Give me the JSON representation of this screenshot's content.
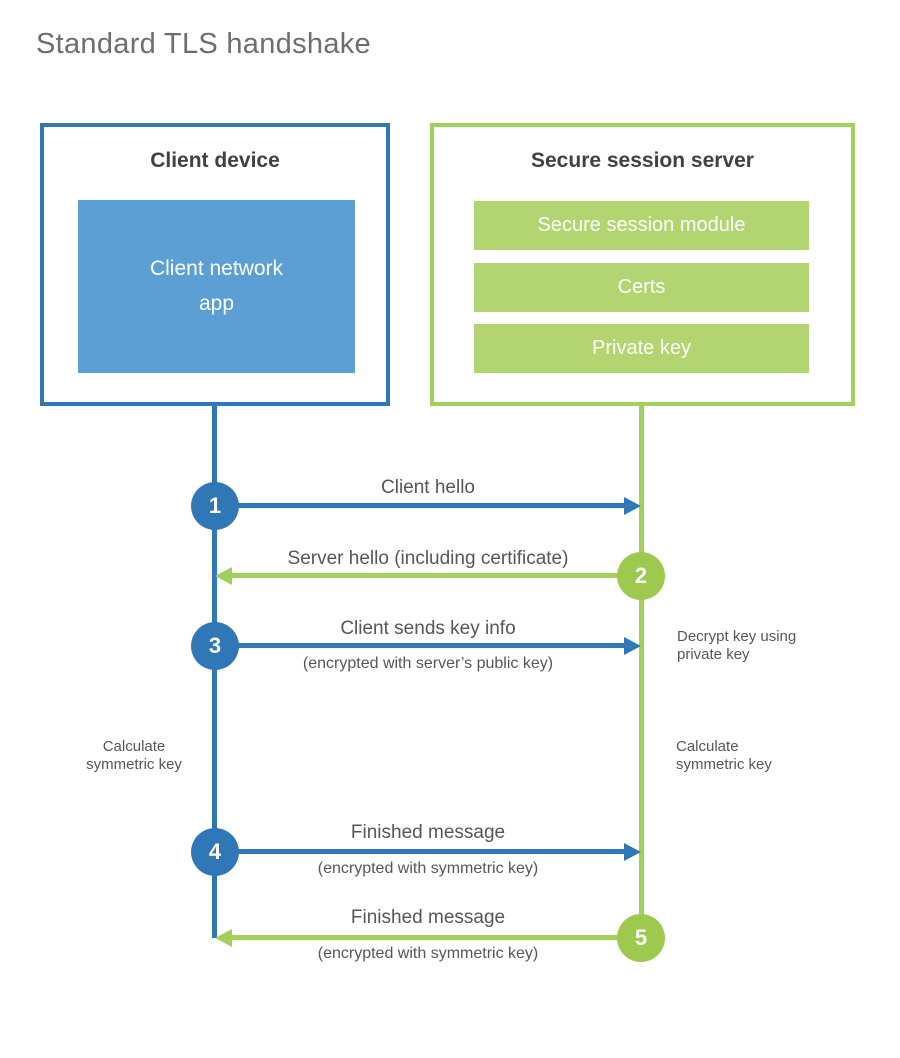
{
  "title": "Standard TLS handshake",
  "palette": {
    "blue": "#2f77b6",
    "blue_fill": "#5b9fd4",
    "green_line": "#a3cf5c",
    "green_fill": "#b2d572",
    "green_circle": "#9cc94e",
    "heading_text": "#3f4142",
    "label_text": "#55565a",
    "title_text": "#6d6e70"
  },
  "client_box": {
    "title": "Client device",
    "app_label_line1": "Client network",
    "app_label_line2": "app"
  },
  "server_box": {
    "title": "Secure session server",
    "modules": [
      "Secure session module",
      "Certs",
      "Private key"
    ]
  },
  "steps": [
    {
      "number": "1",
      "label": "Client hello",
      "sublabel": ""
    },
    {
      "number": "2",
      "label": "Server hello (including certificate)",
      "sublabel": ""
    },
    {
      "number": "3",
      "label": "Client sends key info",
      "sublabel": "(encrypted with server’s public key)"
    },
    {
      "number": "4",
      "label": "Finished message",
      "sublabel": "(encrypted with symmetric key)"
    },
    {
      "number": "5",
      "label": "Finished message",
      "sublabel": "(encrypted with symmetric key)"
    }
  ],
  "notes": {
    "decrypt_line1": "Decrypt key using",
    "decrypt_line2": "private key",
    "calculate_line1": "Calculate",
    "calculate_line2": "symmetric key"
  }
}
